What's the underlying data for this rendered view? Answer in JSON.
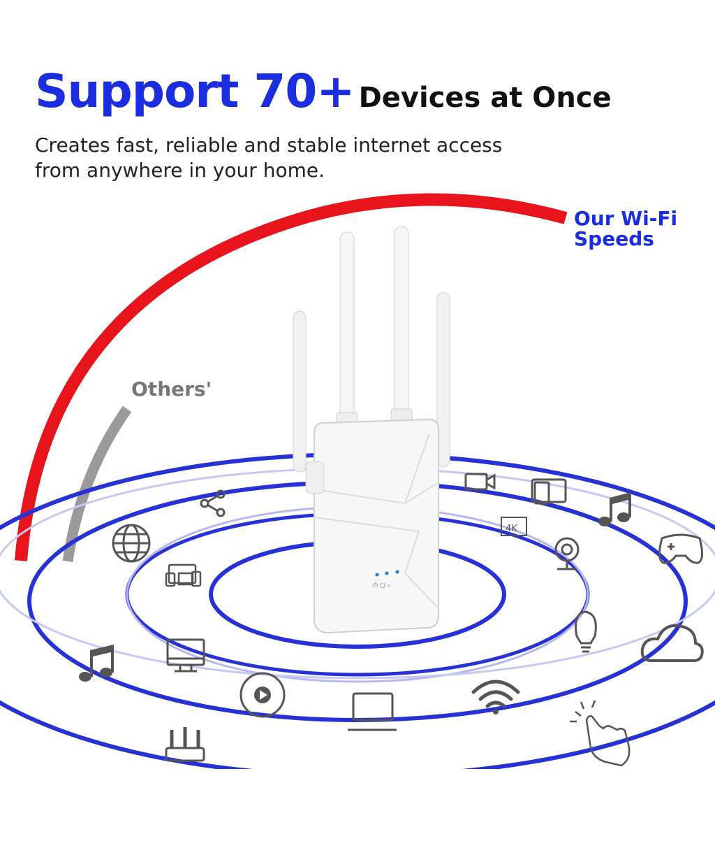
{
  "headline": {
    "main": "Support 70+",
    "rest": "Devices at Once"
  },
  "subtitle": {
    "line1": "Creates fast, reliable and stable internet access",
    "line2": "from anywhere in your home."
  },
  "labels": {
    "our_wifi_line1": "Our Wi-Fi",
    "our_wifi_line2": "Speeds",
    "others": "Others'",
    "badge_4k": "4K"
  },
  "colors": {
    "accent_blue": "#1a2ee0",
    "red_arc": "#e8141b",
    "gray_arc": "#9a9a9a",
    "icon_gray": "#555555"
  },
  "icons": [
    "share-icon",
    "globe-icon",
    "devices-icon",
    "music-note-icon",
    "monitor-icon",
    "play-icon",
    "laptop-icon",
    "wifi-icon",
    "router-icon",
    "video-camera-icon",
    "tablet-icon",
    "4k-tv-icon",
    "webcam-icon",
    "music-note-right-icon",
    "gamepad-icon",
    "lightbulb-icon",
    "cloud-icon",
    "touch-hand-icon"
  ]
}
